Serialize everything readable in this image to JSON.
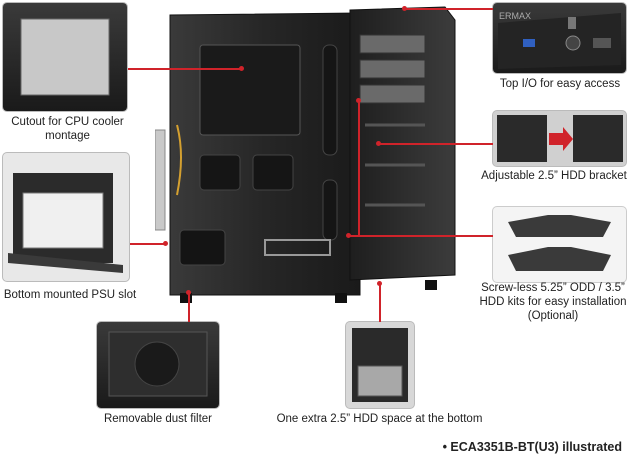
{
  "labels": {
    "cpu_cutout": "Cutout for CPU cooler montage",
    "psu_slot": "Bottom mounted PSU slot",
    "dust_filter": "Removable dust filter",
    "extra_hdd": "One extra 2.5” HDD space at the bottom",
    "top_io": "Top I/O for easy access",
    "hdd_bracket": "Adjustable 2.5” HDD bracket",
    "screwless_kits": "Screw-less 5.25” ODD / 3.5” HDD kits for easy installation (Optional)"
  },
  "brand_text": "ERMAX",
  "caption": "• ECA3351B-BT(U3) illustrated",
  "colors": {
    "leader": "#d0232a",
    "case": "#2a2a2a",
    "panel": "#1c1c1c"
  }
}
